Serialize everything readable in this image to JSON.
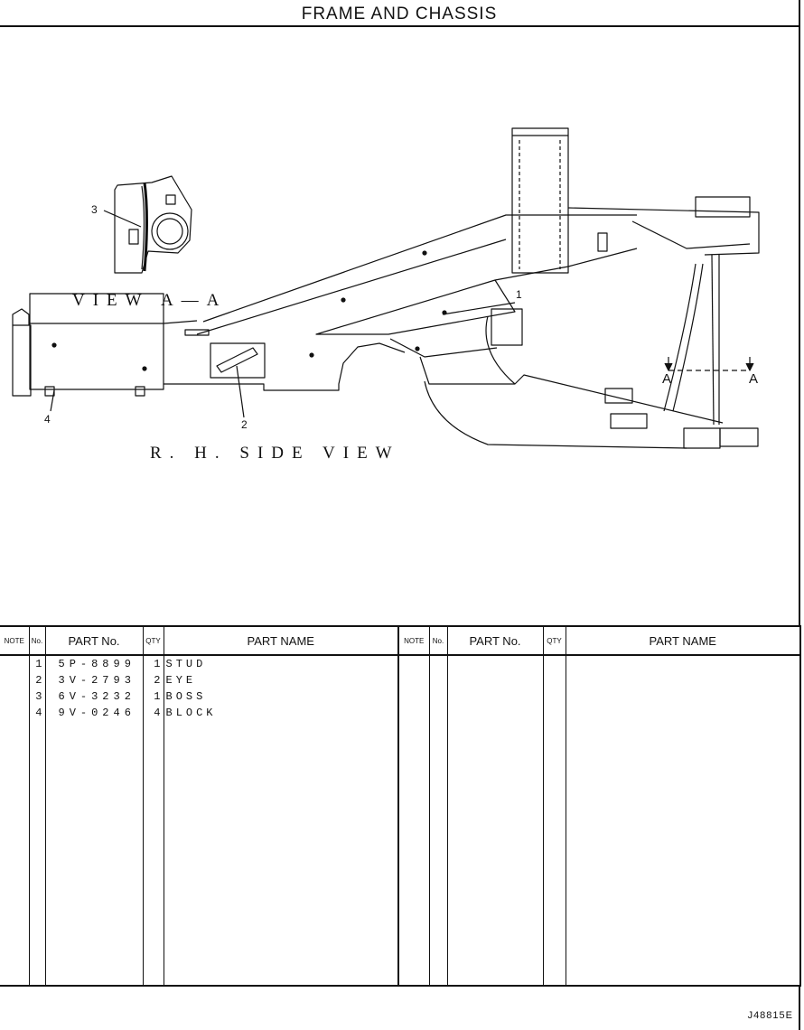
{
  "header": {
    "title": "FRAME AND CHASSIS"
  },
  "drawing": {
    "view_aa_label": "VIEW A—A",
    "side_view_label": "R. H.  SIDE VIEW",
    "callouts": [
      "1",
      "2",
      "3",
      "4"
    ],
    "section_letter": "A"
  },
  "table": {
    "headers": {
      "note": "NOTE",
      "no": "No.",
      "part_no": "PART No.",
      "qty": "QTY",
      "part_name": "PART NAME"
    },
    "rows": [
      {
        "no": "1",
        "part_no": "5P-8899",
        "qty": "1",
        "name": "STUD"
      },
      {
        "no": "2",
        "part_no": "3V-2793",
        "qty": "2",
        "name": "EYE"
      },
      {
        "no": "3",
        "part_no": "6V-3232",
        "qty": "1",
        "name": "BOSS"
      },
      {
        "no": "4",
        "part_no": "9V-0246",
        "qty": "4",
        "name": "BLOCK"
      }
    ]
  },
  "footer": {
    "drawing_number": "J48815E"
  }
}
